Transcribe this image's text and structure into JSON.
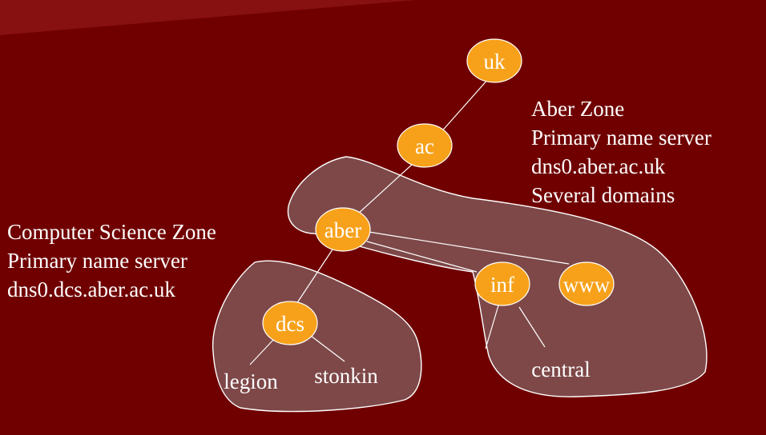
{
  "colors": {
    "background": "#700000",
    "background_band": "#9a1e1e",
    "zone_fill": "#7e4848",
    "zone_stroke": "#ffffff",
    "node_fill": "#f7a11a",
    "node_stroke": "#ffffff",
    "text": "#ffffff",
    "edge": "#ffffff"
  },
  "nodes": {
    "uk": "uk",
    "ac": "ac",
    "aber": "aber",
    "inf": "inf",
    "www": "www",
    "dcs": "dcs"
  },
  "leaves": {
    "legion": "legion",
    "stonkin": "stonkin",
    "central": "central"
  },
  "aber_zone": {
    "lines": [
      "Aber Zone",
      "Primary name server",
      "dns0.aber.ac.uk",
      "Several domains"
    ]
  },
  "cs_zone": {
    "lines": [
      "Computer Science Zone",
      "Primary name server",
      "dns0.dcs.aber.ac.uk"
    ]
  }
}
